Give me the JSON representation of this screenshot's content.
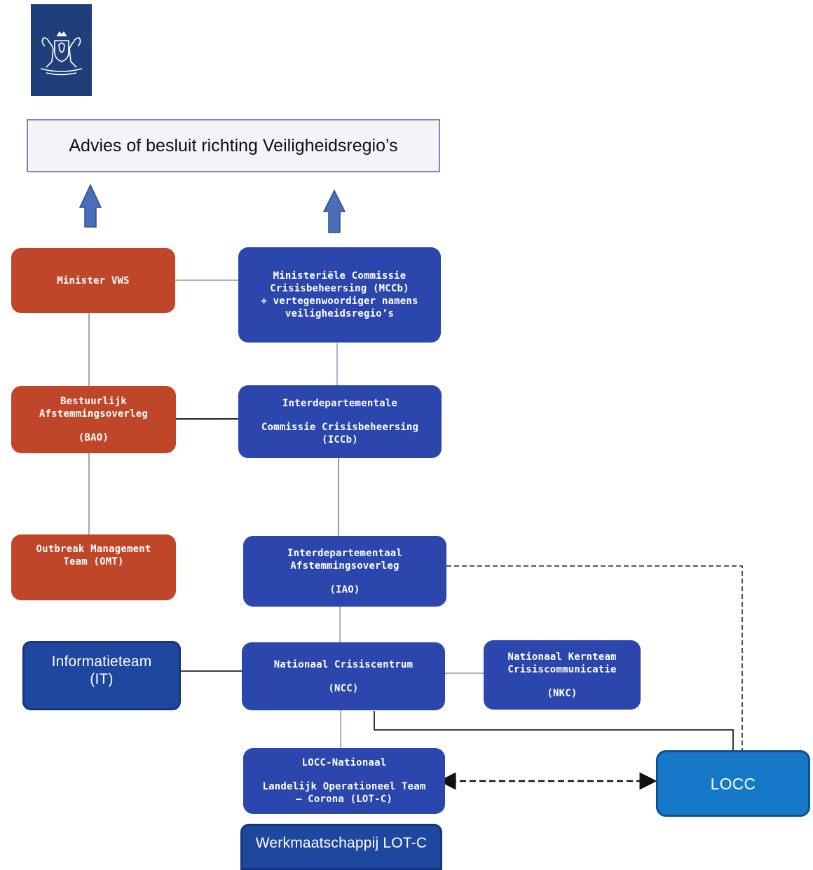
{
  "colors": {
    "orange": "#c0462a",
    "blue": "#2b46ad",
    "navy": "#1e47a0",
    "locc": "#1578c8",
    "arrow": "#4a6eb8"
  },
  "header": {
    "text": "Advies of besluit richting Veiligheidsregio’s"
  },
  "boxes": {
    "minister_vws": {
      "line1": "Minister VWS"
    },
    "mccb": {
      "line1": "Ministeriële Commissie",
      "line2": "Crisisbeheersing (MCCb)",
      "line3": "+ vertegenwoordiger namens",
      "line4": "veiligheidsregio’s"
    },
    "bao": {
      "line1": "Bestuurlijk",
      "line2": "Afstemmingsoverleg",
      "line3": "(BAO)"
    },
    "iccb": {
      "line1": "Interdepartementale",
      "line2": "Commissie Crisisbeheersing",
      "line3": "(ICCb)"
    },
    "omt": {
      "line1": "Outbreak Management",
      "line2": "Team (OMT)"
    },
    "iao": {
      "line1": "Interdepartementaal",
      "line2": "Afstemmingsoverleg",
      "line3": "(IAO)"
    },
    "it": {
      "line1": "Informatieteam",
      "line2": "(IT)"
    },
    "ncc": {
      "line1": "Nationaal Crisiscentrum",
      "line2": "(NCC)"
    },
    "nkc": {
      "line1": "Nationaal Kernteam",
      "line2": "Crisiscommunicatie",
      "line3": "(NKC)"
    },
    "lot_c": {
      "line1": "LOCC-Nationaal",
      "line2": "Landelijk Operationeel  Team",
      "line3": "– Corona (LOT-C)"
    },
    "werkmaatschappij": {
      "line1": "Werkmaatschappij LOT-C"
    },
    "locc": {
      "line1": "LOCC"
    }
  }
}
